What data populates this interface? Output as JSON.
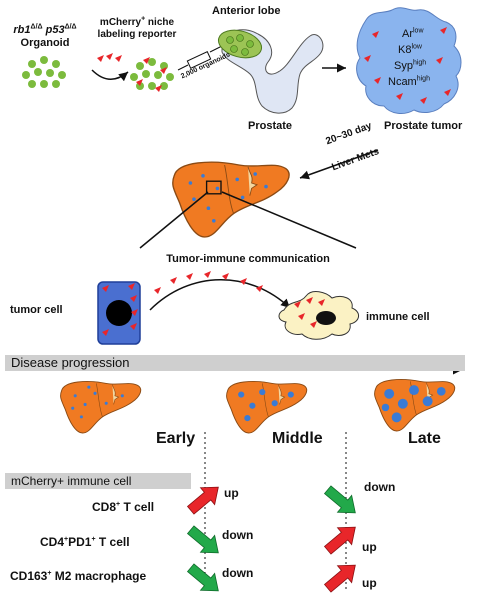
{
  "workflow": {
    "organoid_line1": "rb1",
    "organoid_line1_sup_a": "Δ/Δ",
    "organoid_line1_mid": "p53",
    "organoid_line1_sup_b": "Δ/Δ",
    "organoid_line2": "Organoid",
    "reporter_line1_pre": "mCherry",
    "reporter_line1_sup": "+",
    "reporter_line1_post": " niche",
    "reporter_line2": "labeling reporter",
    "anterior_lobe": "Anterior lobe",
    "organoid_count": "2,000 organoids",
    "prostate": "Prostate",
    "prostate_tumor": "Prostate tumor",
    "markers": [
      {
        "name": "Ar",
        "level": "low"
      },
      {
        "name": "K8",
        "level": "low"
      },
      {
        "name": "Syp",
        "level": "high"
      },
      {
        "name": "Ncam",
        "level": "high"
      }
    ],
    "days": "20~30 day",
    "liver_mets": "Liver Mets"
  },
  "communication": {
    "title": "Tumor-immune communication",
    "tumor_cell": "tumor cell",
    "immune_cell": "immune cell"
  },
  "progression": {
    "banner": "Disease progression",
    "stages": [
      "Early",
      "Middle",
      "Late"
    ]
  },
  "immune_changes": {
    "header": "mCherry+ immune cell",
    "rows": [
      {
        "label_pre": "CD8",
        "label_sup": "+",
        "label_post": " T cell",
        "early_to_middle": "up",
        "middle_to_late": "down"
      },
      {
        "label_pre": "CD4",
        "label_sup": "+",
        "label_mid": "PD1",
        "label_sup2": "+",
        "label_post": " T cell",
        "early_to_middle": "down",
        "middle_to_late": "up"
      },
      {
        "label_pre": "CD163",
        "label_sup": "+",
        "label_post": " M2 macrophage",
        "early_to_middle": "down",
        "middle_to_late": "up"
      }
    ]
  },
  "colors": {
    "organoid_green": "#7cbb3d",
    "mcherry_red": "#e8262a",
    "liver_orange": "#f07a22",
    "liver_outline": "#8a4a14",
    "metastasis_blue": "#3a7bd5",
    "tumor_blue": "#8ab4ee",
    "tumor_cell_blue": "#4a6fd0",
    "immune_cell_cream": "#fbf2c4",
    "up_red": "#e8262a",
    "down_green": "#22a94a",
    "banner_gray": "#cfcfcf"
  }
}
